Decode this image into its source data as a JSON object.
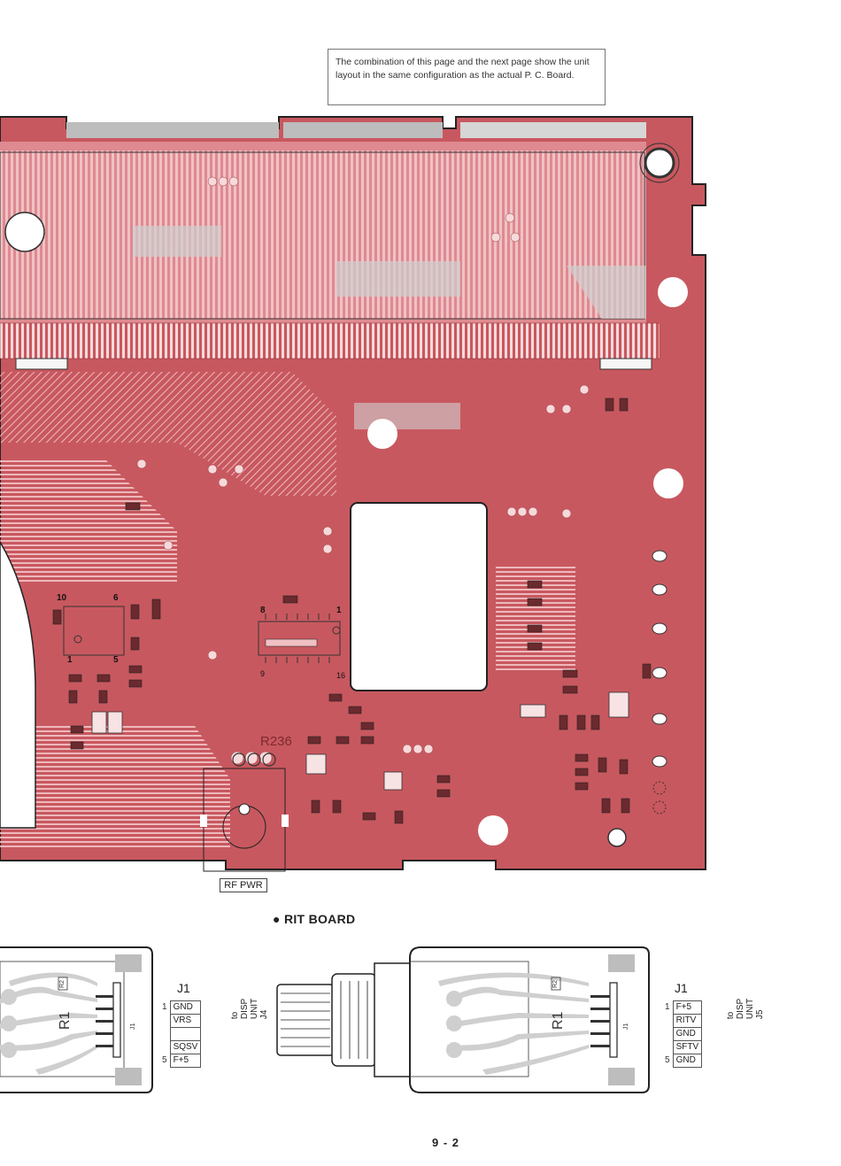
{
  "note": "The combination of this page and the next page show the unit layout in the same configuration as the actual P. C. Board.",
  "pcb_labels": {
    "r236": "R236",
    "rf_pwr": "RF PWR",
    "pin10": "10",
    "pin6": "6",
    "pin1a": "1",
    "pin5": "5",
    "pin8": "8",
    "pin1b": "1",
    "pin9": "9",
    "pin16": "16"
  },
  "board_title": "● RIT BOARD",
  "connectors": [
    {
      "name": "J1",
      "pins": [
        "GND",
        "VRS",
        "",
        "SQSV",
        "F+5"
      ],
      "pin_first": "1",
      "pin_last": "5",
      "to": "to DISP UNIT J4",
      "r_label": "R1",
      "j_label": "J1",
      "r2_label": "R2"
    },
    {
      "name": "J1",
      "pins": [
        "F+5",
        "RITV",
        "GND",
        "SFTV",
        "GND"
      ],
      "pin_first": "1",
      "pin_last": "5",
      "to": "to DISP UNIT J5",
      "r_label": "R1",
      "j_label": "J1",
      "r2_label": "R2"
    }
  ],
  "page_number": "9 - 2",
  "colors": {
    "board": "#c8585f",
    "board_light": "#ec9ea3",
    "trace": "#f4c8cb",
    "outline": "#222222",
    "ground": "#bdbdbd"
  }
}
